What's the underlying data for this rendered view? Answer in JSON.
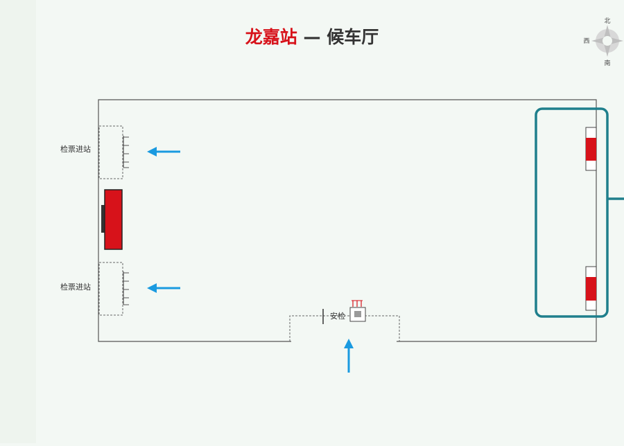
{
  "title": {
    "station_name": "龙嘉站",
    "hall_name": " — 候车厅"
  },
  "compass": {
    "north": "北",
    "west": "西",
    "south": "南"
  },
  "left_gates": [
    {
      "label": "检票进站"
    },
    {
      "label": "检票进站"
    }
  ],
  "entrance": {
    "label": "安检"
  },
  "colors": {
    "background": "#f3f8f4",
    "wall": "#555555",
    "accent_red": "#d7121a",
    "arrow_blue": "#1a9ae0",
    "highlight_teal": "#1f7f8c",
    "text": "#333333"
  },
  "icons": {
    "compass": "compass-rose-icon",
    "gate_arrows": "arrow-left-icon",
    "entry_arrow": "arrow-up-icon",
    "security_scanner": "x-ray-scanner-icon"
  }
}
